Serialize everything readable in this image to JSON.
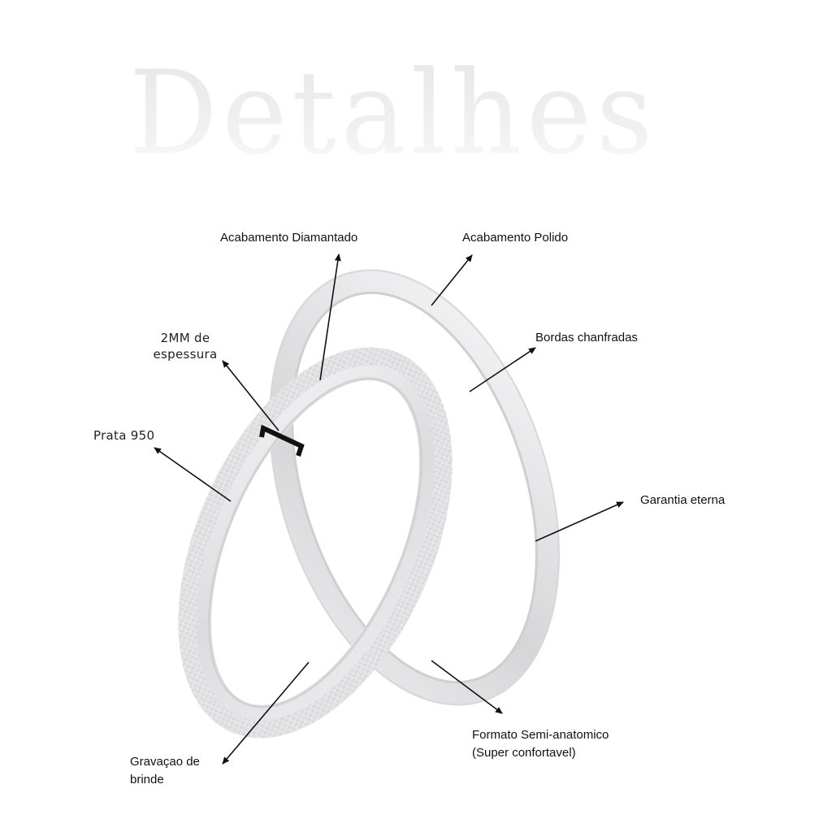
{
  "title": "Detalhes",
  "labels": {
    "diamantado": "Acabamento Diamantado",
    "polido": "Acabamento Polido",
    "espessura_line1": "2MM de",
    "espessura_line2": "espessura",
    "bordas": "Bordas chanfradas",
    "prata": "Prata 950",
    "garantia": "Garantia eterna",
    "formato_line1": "Formato Semi-anatomico",
    "formato_line2": "(Super confortavel)",
    "gravacao_line1": "Gravaçao de",
    "gravacao_line2": "brinde"
  },
  "colors": {
    "background": "#ffffff",
    "ring_silver": "#e4e4e6",
    "ring_shadow": "#c9c9cc",
    "arrow": "#111111"
  }
}
